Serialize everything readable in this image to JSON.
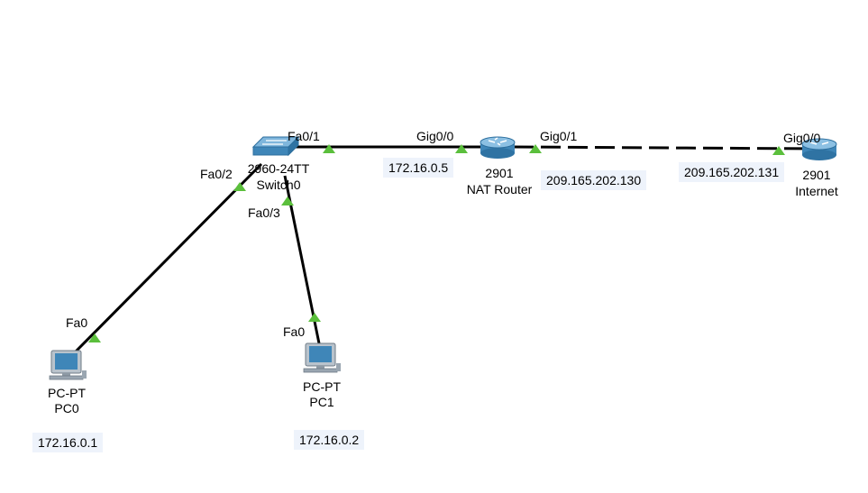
{
  "links": [
    {
      "name": "link-switch-router",
      "style": "solid"
    },
    {
      "name": "link-router-internet",
      "style": "dashed"
    },
    {
      "name": "link-switch-pc0",
      "style": "solid"
    },
    {
      "name": "link-switch-pc1",
      "style": "solid"
    }
  ],
  "devices": {
    "switch0": {
      "model": "2960-24TT",
      "name": "Switch0",
      "icon": "switch-icon"
    },
    "nat_router": {
      "model": "2901",
      "name": "NAT Router",
      "icon": "router-icon"
    },
    "internet": {
      "model": "2901",
      "name": "Internet",
      "icon": "router-icon"
    },
    "pc0": {
      "model": "PC-PT",
      "name": "PC0",
      "icon": "pc-icon",
      "ip": "172.16.0.1"
    },
    "pc1": {
      "model": "PC-PT",
      "name": "PC1",
      "icon": "pc-icon",
      "ip": "172.16.0.2"
    }
  },
  "ports": {
    "sw_fa01": "Fa0/1",
    "sw_fa02": "Fa0/2",
    "sw_fa03": "Fa0/3",
    "r_gig00": "Gig0/0",
    "r_gig01": "Gig0/1",
    "inet_gig00": "Gig0/0",
    "pc0_fa0": "Fa0",
    "pc1_fa0": "Fa0"
  },
  "addresses": {
    "router_gig00": "172.16.0.5",
    "router_gig01": "209.165.202.130",
    "internet_gig00": "209.165.202.131"
  },
  "colors": {
    "link": "#000000",
    "link_up_indicator": "#5bbf3c",
    "device_blue": "#4a8fc0",
    "ip_label_bg": "#eef3fb"
  }
}
